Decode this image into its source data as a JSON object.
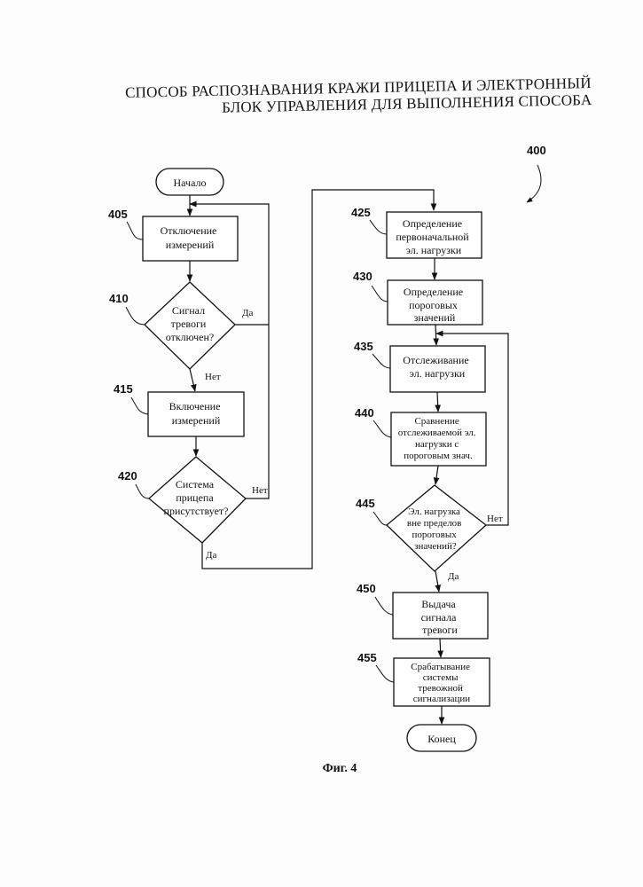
{
  "header": {
    "title_line_1": "СПОСОБ РАСПОЗНАВАНИЯ КРАЖИ ПРИЦЕПА И ЭЛЕКТРОННЫЙ",
    "title_line_2": "БЛОК УПРАВЛЕНИЯ ДЛЯ ВЫПОЛНЕНИЯ СПОСОБА"
  },
  "figure": {
    "number": "400",
    "caption": "Фиг. 4"
  },
  "nodes": {
    "start": {
      "lines": [
        "Начало"
      ]
    },
    "n405": {
      "ref": "405",
      "lines": [
        "Отключение",
        "измерений"
      ]
    },
    "n410": {
      "ref": "410",
      "lines": [
        "Сигнал",
        "тревоги",
        "отключен?"
      ]
    },
    "n415": {
      "ref": "415",
      "lines": [
        "Включение",
        "измерений"
      ]
    },
    "n420": {
      "ref": "420",
      "lines": [
        "Система",
        "прицепа",
        "присутствует?"
      ]
    },
    "n425": {
      "ref": "425",
      "lines": [
        "Определение",
        "первоначальной",
        "эл. нагрузки"
      ]
    },
    "n430": {
      "ref": "430",
      "lines": [
        "Определение",
        "пороговых",
        "значений"
      ]
    },
    "n435": {
      "ref": "435",
      "lines": [
        "Отслеживание",
        "эл. нагрузки"
      ]
    },
    "n440": {
      "ref": "440",
      "lines": [
        "Сравнение",
        "отслеживаемой эл.",
        "нагрузки с",
        "пороговым знач."
      ]
    },
    "n445": {
      "ref": "445",
      "lines": [
        "Эл. нагрузка",
        "вне пределов",
        "пороговых",
        "значений?"
      ]
    },
    "n450": {
      "ref": "450",
      "lines": [
        "Выдача",
        "сигнала",
        "тревоги"
      ]
    },
    "n455": {
      "ref": "455",
      "lines": [
        "Срабатывание",
        "системы",
        "тревожной",
        "сигнализации"
      ]
    },
    "end": {
      "lines": [
        "Конец"
      ]
    }
  },
  "branches": {
    "b410_yes": "Да",
    "b410_no": "Нет",
    "b420_no": "Нет",
    "b420_yes": "Да",
    "b445_no": "Нет",
    "b445_yes": "Да"
  }
}
